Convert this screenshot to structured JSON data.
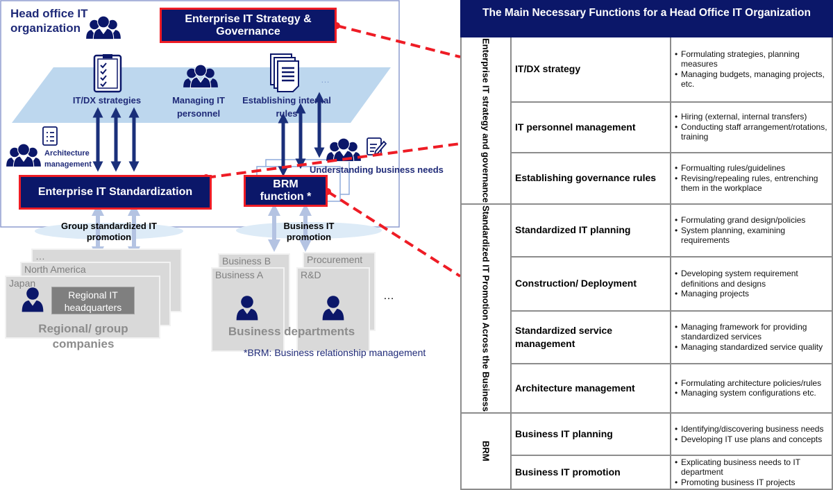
{
  "colors": {
    "navy": "#0b1769",
    "red": "#ee1c25",
    "light_blue": "#bdd7ee",
    "gray": "#d9d9d9"
  },
  "diagram": {
    "org_title": "Head office IT organization",
    "strategy_box": "Enterprise IT Strategy & Governance",
    "plane_items": [
      {
        "label": "IT/DX strategies",
        "icon": "clipboard-checklist-icon"
      },
      {
        "label": "Managing IT personnel",
        "icon": "people-group-icon"
      },
      {
        "label": "Establishing internal rules",
        "icon": "documents-icon"
      },
      {
        "label": "…",
        "icon": ""
      }
    ],
    "architecture_label": "Architecture management",
    "understanding_label": "Understanding business needs",
    "standardization_box": "Enterprise IT Standardization",
    "brm_box": "BRM function *",
    "group_promotion": "Group standardized IT promotion",
    "business_promotion": "Business IT promotion",
    "regional": {
      "cards": [
        "…",
        "North America",
        "Japan"
      ],
      "hq_box": "Regional IT headquarters",
      "title": "Regional/ group companies"
    },
    "business": {
      "cards": [
        "Business B",
        "Business A",
        "Procurement",
        "R&D"
      ],
      "more": "…",
      "title": "Business departments"
    },
    "footnote": "*BRM: Business relationship management"
  },
  "table": {
    "title": "The Main Necessary Functions for a Head Office IT Organization",
    "groups": [
      {
        "label": "Enterprise IT strategy and governance",
        "rows": [
          {
            "function": "IT/DX strategy",
            "details": [
              "Formulating strategies, planning measures",
              "Managing budgets, managing projects, etc."
            ]
          },
          {
            "function": "IT personnel management",
            "details": [
              "Hiring (external, internal transfers)",
              "Conducting staff arrangement/rotations, training"
            ]
          },
          {
            "function": "Establishing governance rules",
            "details": [
              "Formualting rules/guidelines",
              "Revising/repealing rules, entrenching them in the workplace"
            ]
          }
        ]
      },
      {
        "label": "Standardized IT Promotion Across the Business",
        "rows": [
          {
            "function": "Standardized IT planning",
            "details": [
              "Formulating grand design/policies",
              "System planning, examining requirements"
            ]
          },
          {
            "function": "Construction/ Deployment",
            "details": [
              "Developing system requirement definitions and designs",
              "Managing projects"
            ]
          },
          {
            "function": "Standardized service management",
            "details": [
              "Managing framework for providing standardized services",
              "Managing standardized service quality"
            ]
          },
          {
            "function": "Architecture management",
            "details": [
              "Formulating architecture policies/rules",
              "Managing system configurations etc."
            ]
          }
        ]
      },
      {
        "label": "BRM",
        "rows": [
          {
            "function": "Business IT planning",
            "details": [
              "Identifying/discovering business needs",
              "Developing IT use plans and concepts"
            ]
          },
          {
            "function": "Business IT promotion",
            "details": [
              "Explicating business needs to IT department",
              "Promoting business IT projects"
            ]
          }
        ]
      }
    ]
  }
}
